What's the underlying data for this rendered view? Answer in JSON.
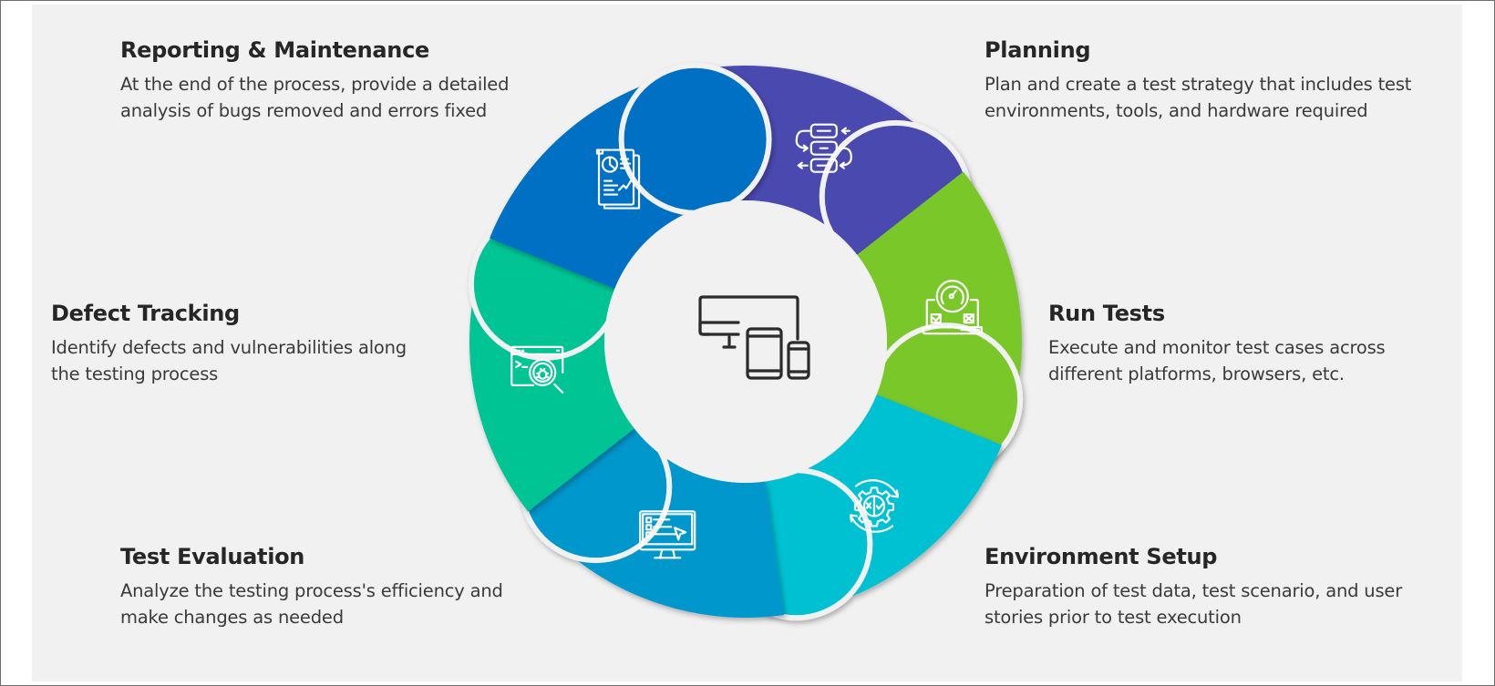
{
  "diagram": {
    "type": "cycle",
    "center_icon": "devices-icon",
    "steps": [
      {
        "id": "planning",
        "title": "Planning",
        "description_lines": [
          "Plan and create a test strategy that includes test",
          "environments, tools, and hardware required"
        ],
        "color": "#4a49b0",
        "icon": "workflow-icon"
      },
      {
        "id": "run-tests",
        "title": "Run Tests",
        "description_lines": [
          "Execute and monitor test cases across",
          "different platforms, browsers, etc."
        ],
        "color": "#7ac72b",
        "icon": "laptop-gauge-icon"
      },
      {
        "id": "environment-setup",
        "title": "Environment Setup",
        "description_lines": [
          "Preparation of test data, test scenario, and user",
          "stories  prior to test execution"
        ],
        "color": "#00c1d1",
        "icon": "gear-cycle-icon"
      },
      {
        "id": "test-evaluation",
        "title": "Test Evaluation",
        "description_lines": [
          "Analyze the testing process's efficiency and",
          "make changes as needed"
        ],
        "color": "#0097cc",
        "icon": "monitor-checklist-icon"
      },
      {
        "id": "defect-tracking",
        "title": "Defect Tracking",
        "description_lines": [
          "Identify defects and vulnerabilities along",
          "the testing process"
        ],
        "color": "#00c494",
        "icon": "bug-search-icon"
      },
      {
        "id": "reporting-maintenance",
        "title": "Reporting & Maintenance",
        "description_lines": [
          "At the end of the process, provide a detailed",
          "analysis of bugs removed and errors fixed"
        ],
        "color": "#0270c5",
        "icon": "report-document-icon"
      }
    ]
  }
}
